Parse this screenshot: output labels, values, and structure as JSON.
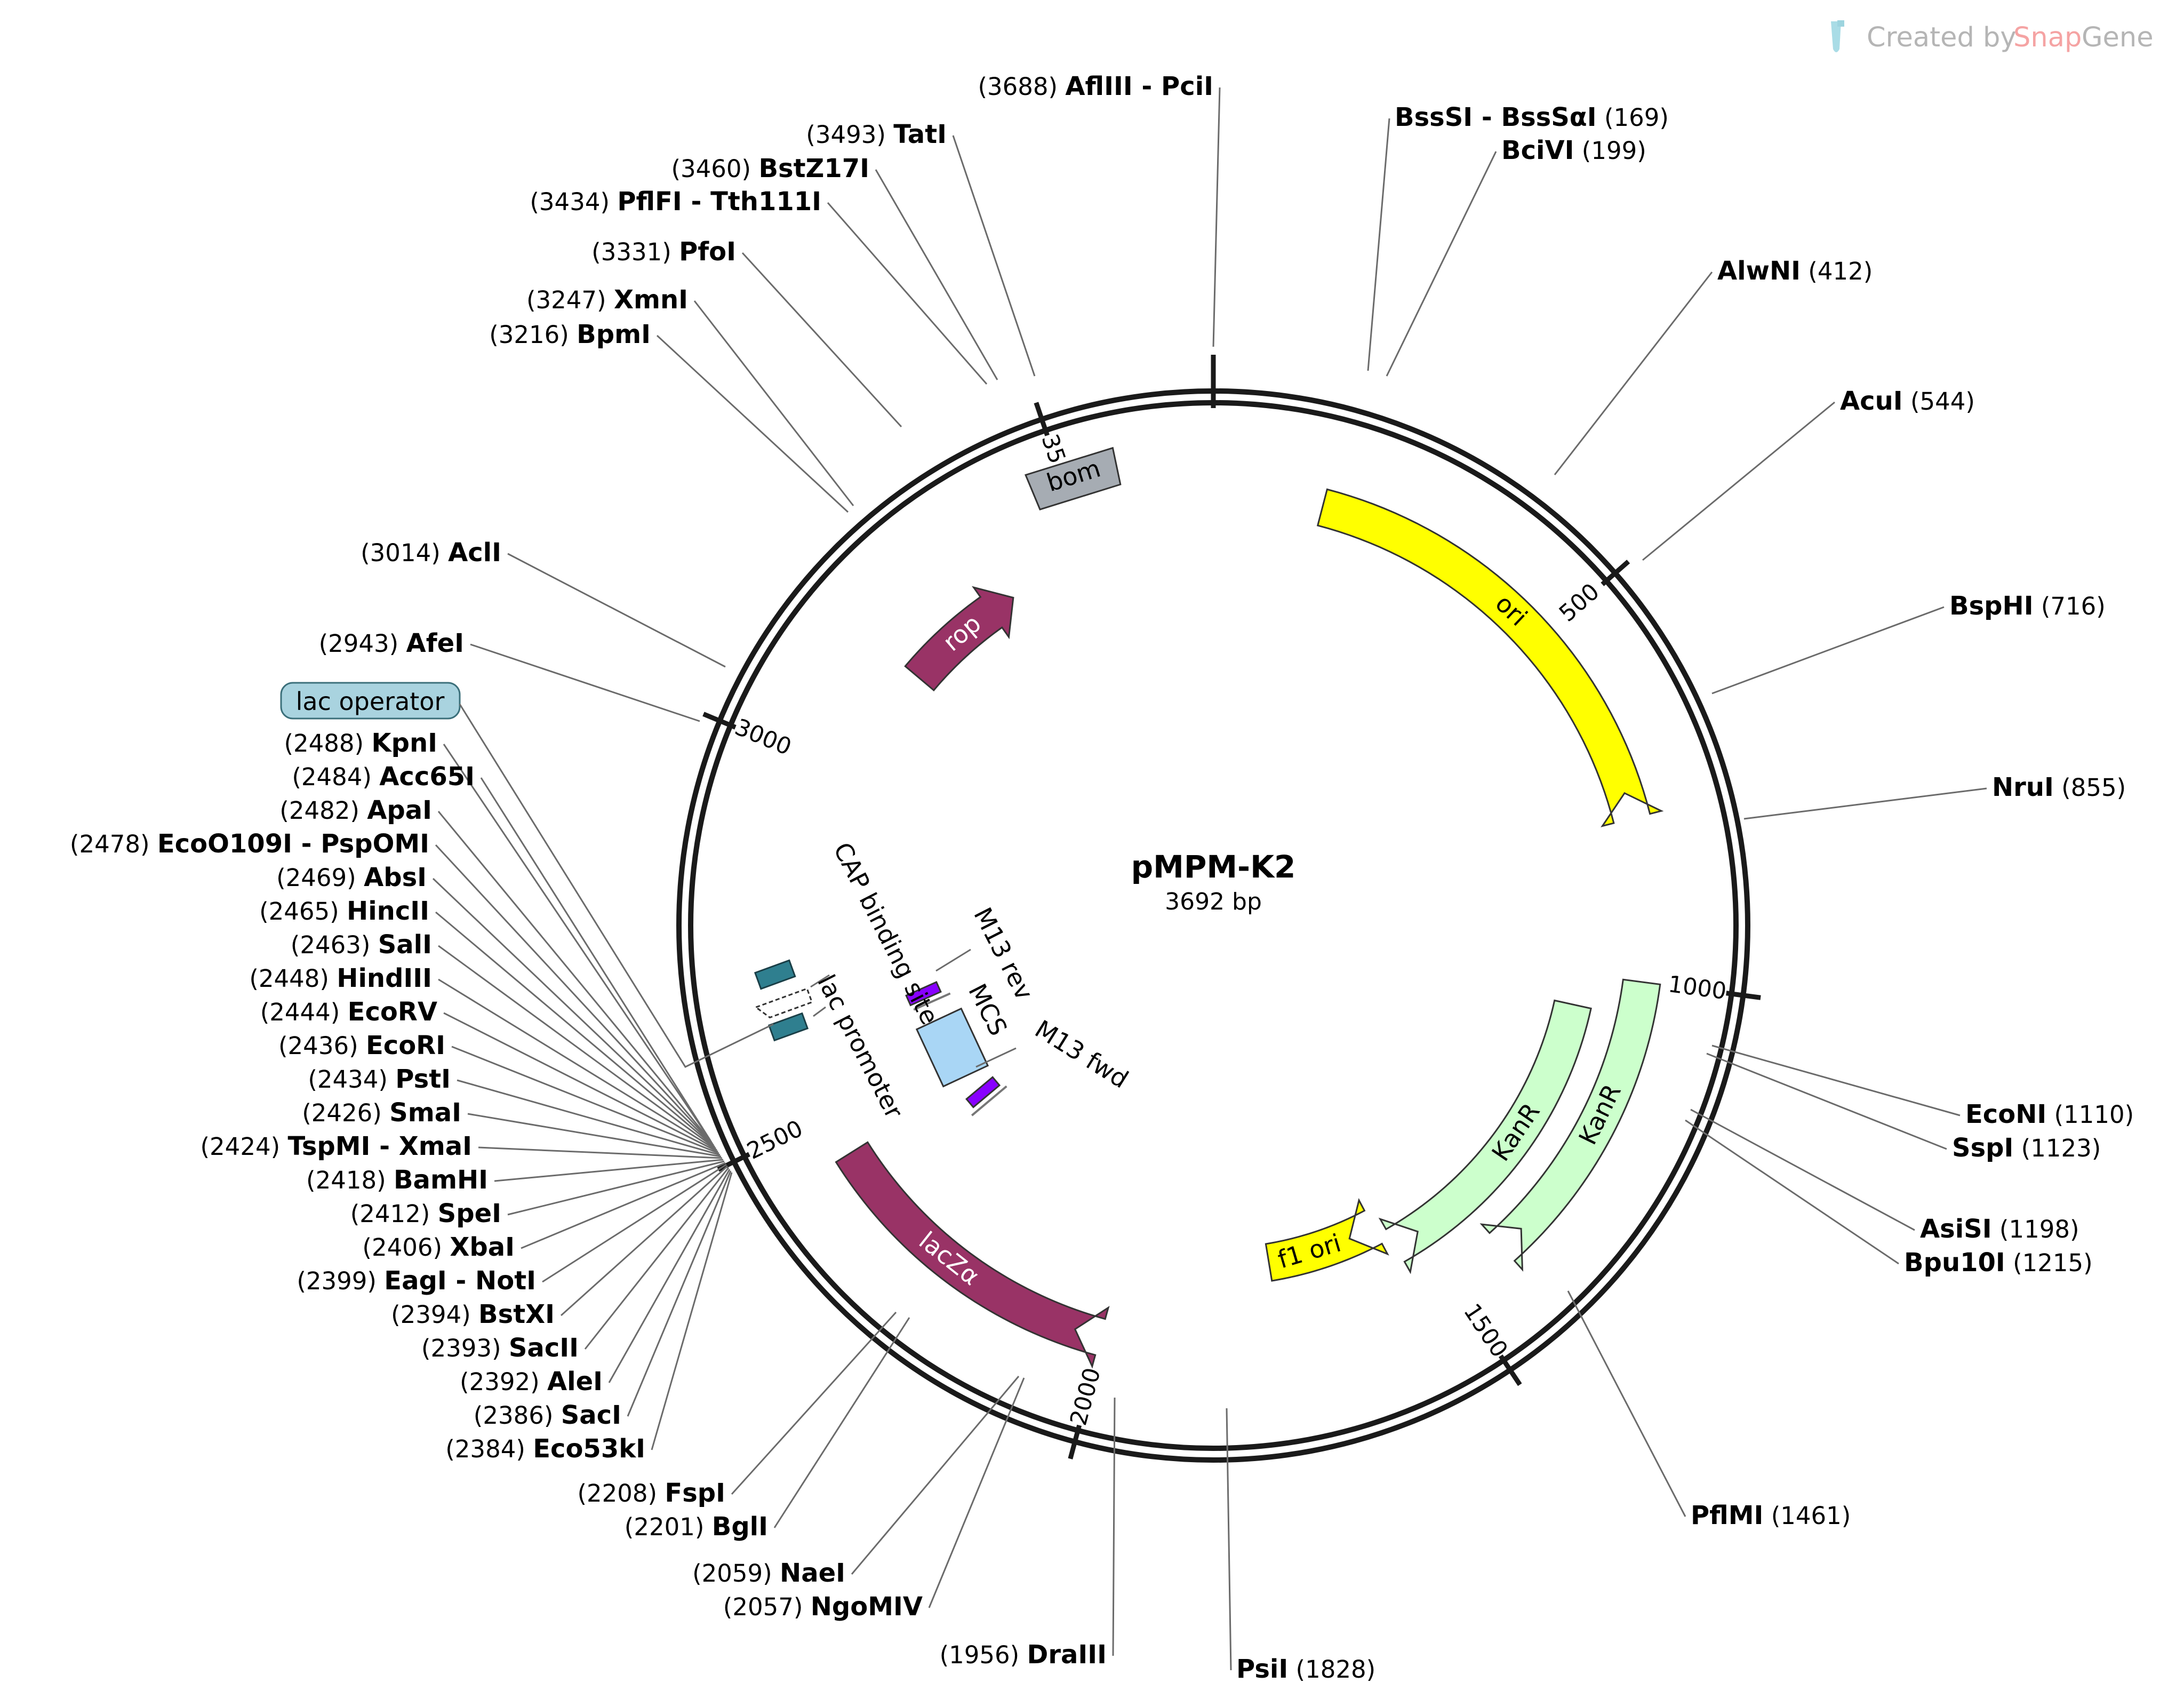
{
  "watermark": {
    "prefix": "Created by",
    "brand_a": "Snap",
    "brand_b": "Gene",
    "icon": "snapgene-logo-icon"
  },
  "plasmid": {
    "name": "pMPM-K2",
    "size": "3692 bp",
    "length": 3692
  },
  "ticks": [
    {
      "pos": 500,
      "label": "500"
    },
    {
      "pos": 1000,
      "label": "1000"
    },
    {
      "pos": 1500,
      "label": "1500"
    },
    {
      "pos": 2000,
      "label": "2000"
    },
    {
      "pos": 2500,
      "label": "2500"
    },
    {
      "pos": 3000,
      "label": "3000"
    },
    {
      "pos": 3500,
      "label": "3500"
    }
  ],
  "features": [
    {
      "name": "ori",
      "start": 150,
      "end": 740,
      "dir": "rev",
      "color": "#ffff00",
      "text_color": "#000000"
    },
    {
      "name": "KanR",
      "start": 1050,
      "end": 1500,
      "dir": "rev",
      "color": "#ccffcc",
      "text_color": "#000000"
    },
    {
      "name": "KanR",
      "start": 1000,
      "end": 1380,
      "dir": "rev",
      "color": "#ccffcc",
      "text_color": "#000000"
    },
    {
      "name": "f1 ori",
      "start": 1750,
      "end": 1605,
      "dir": "fwd",
      "color": "#ffff00",
      "text_color": "#000000"
    },
    {
      "name": "lacZα",
      "start": 2440,
      "end": 2040,
      "dir": "fwd",
      "color": "#993366",
      "text_color": "#ffffff"
    },
    {
      "name": "rop",
      "start": 3180,
      "end": 3370,
      "dir": "fwd",
      "color": "#993366",
      "text_color": "#ffffff"
    },
    {
      "name": "bom",
      "start": 3460,
      "end": 3570,
      "dir": "box",
      "color": "#a6acb3",
      "text_color": "#000000"
    }
  ],
  "inner_features": [
    {
      "name": "M13 rev",
      "color": "#8800ff"
    },
    {
      "name": "MCS",
      "color": "#a9d6f5"
    },
    {
      "name": "M13 fwd",
      "color": "#8800ff"
    },
    {
      "name": "CAP binding site",
      "color": "#2f7f8f"
    },
    {
      "name": "lac promoter",
      "color": "#ffffff"
    },
    {
      "name": "lac operator",
      "color": "#a9d3df"
    }
  ],
  "sites_left": [
    {
      "pos": "(2488)",
      "name": "KpnI"
    },
    {
      "pos": "(2484)",
      "name": "Acc65I"
    },
    {
      "pos": "(2482)",
      "name": "ApaI"
    },
    {
      "pos": "(2478)",
      "name": "EcoO109I - PspOMI"
    },
    {
      "pos": "(2469)",
      "name": "AbsI"
    },
    {
      "pos": "(2465)",
      "name": "HincII"
    },
    {
      "pos": "(2463)",
      "name": "SalI"
    },
    {
      "pos": "(2448)",
      "name": "HindIII"
    },
    {
      "pos": "(2444)",
      "name": "EcoRV"
    },
    {
      "pos": "(2436)",
      "name": "EcoRI"
    },
    {
      "pos": "(2434)",
      "name": "PstI"
    },
    {
      "pos": "(2426)",
      "name": "SmaI"
    },
    {
      "pos": "(2424)",
      "name": "TspMI - XmaI"
    },
    {
      "pos": "(2418)",
      "name": "BamHI"
    },
    {
      "pos": "(2412)",
      "name": "SpeI"
    },
    {
      "pos": "(2406)",
      "name": "XbaI"
    },
    {
      "pos": "(2399)",
      "name": "EagI - NotI"
    },
    {
      "pos": "(2394)",
      "name": "BstXI"
    },
    {
      "pos": "(2393)",
      "name": "SacII"
    },
    {
      "pos": "(2392)",
      "name": "AleI"
    },
    {
      "pos": "(2386)",
      "name": "SacI"
    },
    {
      "pos": "(2384)",
      "name": "Eco53kI"
    },
    {
      "pos": "(2208)",
      "name": "FspI"
    },
    {
      "pos": "(2201)",
      "name": "BglI"
    },
    {
      "pos": "(2059)",
      "name": "NaeI"
    },
    {
      "pos": "(2057)",
      "name": "NgoMIV"
    },
    {
      "pos": "(1956)",
      "name": "DraIII"
    },
    {
      "pos": "(3216)",
      "name": "BpmI"
    },
    {
      "pos": "(3247)",
      "name": "XmnI"
    },
    {
      "pos": "(3331)",
      "name": "PfoI"
    },
    {
      "pos": "(3434)",
      "name": "PflFI - Tth111I"
    },
    {
      "pos": "(3460)",
      "name": "BstZ17I"
    },
    {
      "pos": "(3493)",
      "name": "TatI"
    },
    {
      "pos": "(3688)",
      "name": "AflIII - PciI"
    },
    {
      "pos": "(3014)",
      "name": "AclI"
    },
    {
      "pos": "(2943)",
      "name": "AfeI"
    }
  ],
  "sites_right": [
    {
      "name": "BssSI - BssSαI",
      "pos": "(169)"
    },
    {
      "name": "BciVI",
      "pos": "(199)"
    },
    {
      "name": "AlwNI",
      "pos": "(412)"
    },
    {
      "name": "AcuI",
      "pos": "(544)"
    },
    {
      "name": "BspHI",
      "pos": "(716)"
    },
    {
      "name": "NruI",
      "pos": "(855)"
    },
    {
      "name": "EcoNI",
      "pos": "(1110)"
    },
    {
      "name": "SspI",
      "pos": "(1123)"
    },
    {
      "name": "AsiSI",
      "pos": "(1198)"
    },
    {
      "name": "Bpu10I",
      "pos": "(1215)"
    },
    {
      "name": "PflMI",
      "pos": "(1461)"
    },
    {
      "name": "PsiI",
      "pos": "(1828)"
    }
  ]
}
